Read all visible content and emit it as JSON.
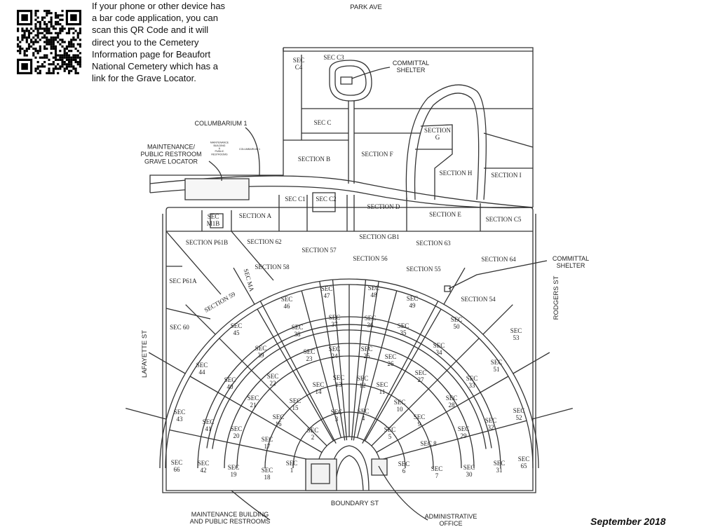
{
  "qr_notice": "If your phone or other device has a bar code application, you can scan this QR Code and it will direct you to the Cemetery Information page for Beaufort National Cemetery which has a link for the Grave Locator.",
  "date": "September 2018",
  "streets": {
    "north": "PARK AVE",
    "south": "BOUNDARY ST",
    "west": "LAFAYETTE ST",
    "east": "RODGERS ST"
  },
  "callouts": {
    "columbarium": "COLUMBARIUM 1",
    "maint_public": [
      "MAINTENANCE/",
      "PUBLIC RESTROOM",
      "GRAVE LOCATOR"
    ],
    "tiny_building": [
      "MAINTENANCE",
      "BUILDING",
      "&",
      "PUBLIC",
      "RESTROOMS"
    ],
    "tiny_columbarium": "COLUMBARIUM 1",
    "shelter_top": [
      "COMMITTAL",
      "SHELTER"
    ],
    "shelter_right": [
      "COMMITTAL",
      "SHELTER"
    ],
    "maint_bottom": [
      "MAINTENANCE BUILDING",
      "AND PUBLIC RESTROOMS"
    ],
    "admin": [
      "ADMINISTRATIVE",
      "OFFICE"
    ]
  },
  "sections_north": [
    {
      "id": "c4",
      "label": [
        "SEC",
        "C4"
      ]
    },
    {
      "id": "c3",
      "label": [
        "SEC C3"
      ]
    },
    {
      "id": "c",
      "label": [
        "SEC C"
      ]
    },
    {
      "id": "b",
      "label": [
        "SECTION B"
      ]
    },
    {
      "id": "f",
      "label": [
        "SECTION F"
      ]
    },
    {
      "id": "g",
      "label": [
        "SECTION",
        "G"
      ]
    },
    {
      "id": "h",
      "label": [
        "SECTION H"
      ]
    },
    {
      "id": "i",
      "label": [
        "SECTION I"
      ]
    },
    {
      "id": "c1",
      "label": [
        "SEC C1"
      ]
    },
    {
      "id": "c2",
      "label": [
        "SEC C2"
      ]
    },
    {
      "id": "d",
      "label": [
        "SECTION D"
      ]
    },
    {
      "id": "e",
      "label": [
        "SECTION E"
      ]
    },
    {
      "id": "c5",
      "label": [
        "SECTION C5"
      ]
    },
    {
      "id": "m1",
      "label": [
        "SEC",
        "M1B"
      ]
    },
    {
      "id": "a",
      "label": [
        "SECTION A"
      ]
    },
    {
      "id": "gb1",
      "label": [
        "SECTION GB1"
      ]
    },
    {
      "id": "p61b",
      "label": [
        "SECTION P61B"
      ]
    },
    {
      "id": "62",
      "label": [
        "SECTION 62"
      ]
    },
    {
      "id": "57",
      "label": [
        "SECTION 57"
      ]
    },
    {
      "id": "56",
      "label": [
        "SECTION 56"
      ]
    },
    {
      "id": "63",
      "label": [
        "SECTION 63"
      ]
    },
    {
      "id": "64",
      "label": [
        "SECTION 64"
      ]
    },
    {
      "id": "58",
      "label": [
        "SECTION 58"
      ]
    },
    {
      "id": "55",
      "label": [
        "SECTION 55"
      ]
    },
    {
      "id": "ma",
      "label": [
        "SEC MA"
      ]
    },
    {
      "id": "p61a",
      "label": [
        "SEC P61A"
      ]
    },
    {
      "id": "59",
      "label": [
        "SECTION 59"
      ]
    },
    {
      "id": "54",
      "label": [
        "SECTION 54"
      ]
    },
    {
      "id": "60",
      "label": [
        "SEC 60"
      ]
    },
    {
      "id": "53",
      "label": [
        "SEC",
        "53"
      ]
    },
    {
      "id": "65",
      "label": [
        "SEC",
        "65"
      ]
    },
    {
      "id": "66",
      "label": [
        "SEC",
        "66"
      ]
    }
  ],
  "sections_fan": [
    {
      "id": "47",
      "label": [
        "SEC",
        "47"
      ]
    },
    {
      "id": "48",
      "label": [
        "SEC",
        "48"
      ]
    },
    {
      "id": "46",
      "label": [
        "SEC",
        "46"
      ]
    },
    {
      "id": "49",
      "label": [
        "SEC",
        "49"
      ]
    },
    {
      "id": "45",
      "label": [
        "SEC",
        "45"
      ]
    },
    {
      "id": "50",
      "label": [
        "SEC",
        "50"
      ]
    },
    {
      "id": "44",
      "label": [
        "SEC",
        "44"
      ]
    },
    {
      "id": "51",
      "label": [
        "SEC",
        "51"
      ]
    },
    {
      "id": "43",
      "label": [
        "SEC",
        "43"
      ]
    },
    {
      "id": "52",
      "label": [
        "SEC",
        "52"
      ]
    },
    {
      "id": "37",
      "label": [
        "SEC",
        "37"
      ]
    },
    {
      "id": "36",
      "label": [
        "SEC",
        "36"
      ]
    },
    {
      "id": "38",
      "label": [
        "SEC",
        "38"
      ]
    },
    {
      "id": "35",
      "label": [
        "SEC",
        "35"
      ]
    },
    {
      "id": "39",
      "label": [
        "SEC",
        "39"
      ]
    },
    {
      "id": "34",
      "label": [
        "SEC",
        "34"
      ]
    },
    {
      "id": "40",
      "label": [
        "SEC",
        "40"
      ]
    },
    {
      "id": "33",
      "label": [
        "SEC",
        "33"
      ]
    },
    {
      "id": "41",
      "label": [
        "SEC",
        "41"
      ]
    },
    {
      "id": "32",
      "label": [
        "SEC",
        "32"
      ]
    },
    {
      "id": "42",
      "label": [
        "SEC",
        "42"
      ]
    },
    {
      "id": "31",
      "label": [
        "SEC",
        "31"
      ]
    },
    {
      "id": "23",
      "label": [
        "SEC",
        "23"
      ]
    },
    {
      "id": "24",
      "label": [
        "SEC",
        "24"
      ]
    },
    {
      "id": "25",
      "label": [
        "SEC",
        "25"
      ]
    },
    {
      "id": "26",
      "label": [
        "SEC",
        "26"
      ]
    },
    {
      "id": "22",
      "label": [
        "SEC",
        "22"
      ]
    },
    {
      "id": "27",
      "label": [
        "SEC",
        "27"
      ]
    },
    {
      "id": "21",
      "label": [
        "SEC",
        "21"
      ]
    },
    {
      "id": "28",
      "label": [
        "SEC",
        "28"
      ]
    },
    {
      "id": "20",
      "label": [
        "SEC",
        "20"
      ]
    },
    {
      "id": "29",
      "label": [
        "SEC",
        "29"
      ]
    },
    {
      "id": "19",
      "label": [
        "SEC",
        "19"
      ]
    },
    {
      "id": "30",
      "label": [
        "SEC",
        "30"
      ]
    },
    {
      "id": "14",
      "label": [
        "SEC",
        "14"
      ]
    },
    {
      "id": "13",
      "label": [
        "SEC",
        "13"
      ]
    },
    {
      "id": "12",
      "label": [
        "SEC",
        "12"
      ]
    },
    {
      "id": "11",
      "label": [
        "SEC",
        "11"
      ]
    },
    {
      "id": "15",
      "label": [
        "SEC",
        "15"
      ]
    },
    {
      "id": "10",
      "label": [
        "SEC",
        "10"
      ]
    },
    {
      "id": "16",
      "label": [
        "SEC",
        "16"
      ]
    },
    {
      "id": "9",
      "label": [
        "SEC",
        "9"
      ]
    },
    {
      "id": "17",
      "label": [
        "SEC",
        "17"
      ]
    },
    {
      "id": "8",
      "label": [
        "SEC 8"
      ]
    },
    {
      "id": "18",
      "label": [
        "SEC",
        "18"
      ]
    },
    {
      "id": "7",
      "label": [
        "SEC",
        "7"
      ]
    },
    {
      "id": "3",
      "label": [
        "SEC",
        "3"
      ]
    },
    {
      "id": "4",
      "label": [
        "SEC",
        "4"
      ]
    },
    {
      "id": "2",
      "label": [
        "SEC",
        "2"
      ]
    },
    {
      "id": "5",
      "label": [
        "SEC",
        "5"
      ]
    },
    {
      "id": "1",
      "label": [
        "SEC",
        "1"
      ]
    },
    {
      "id": "6",
      "label": [
        "SEC",
        "6"
      ]
    }
  ]
}
